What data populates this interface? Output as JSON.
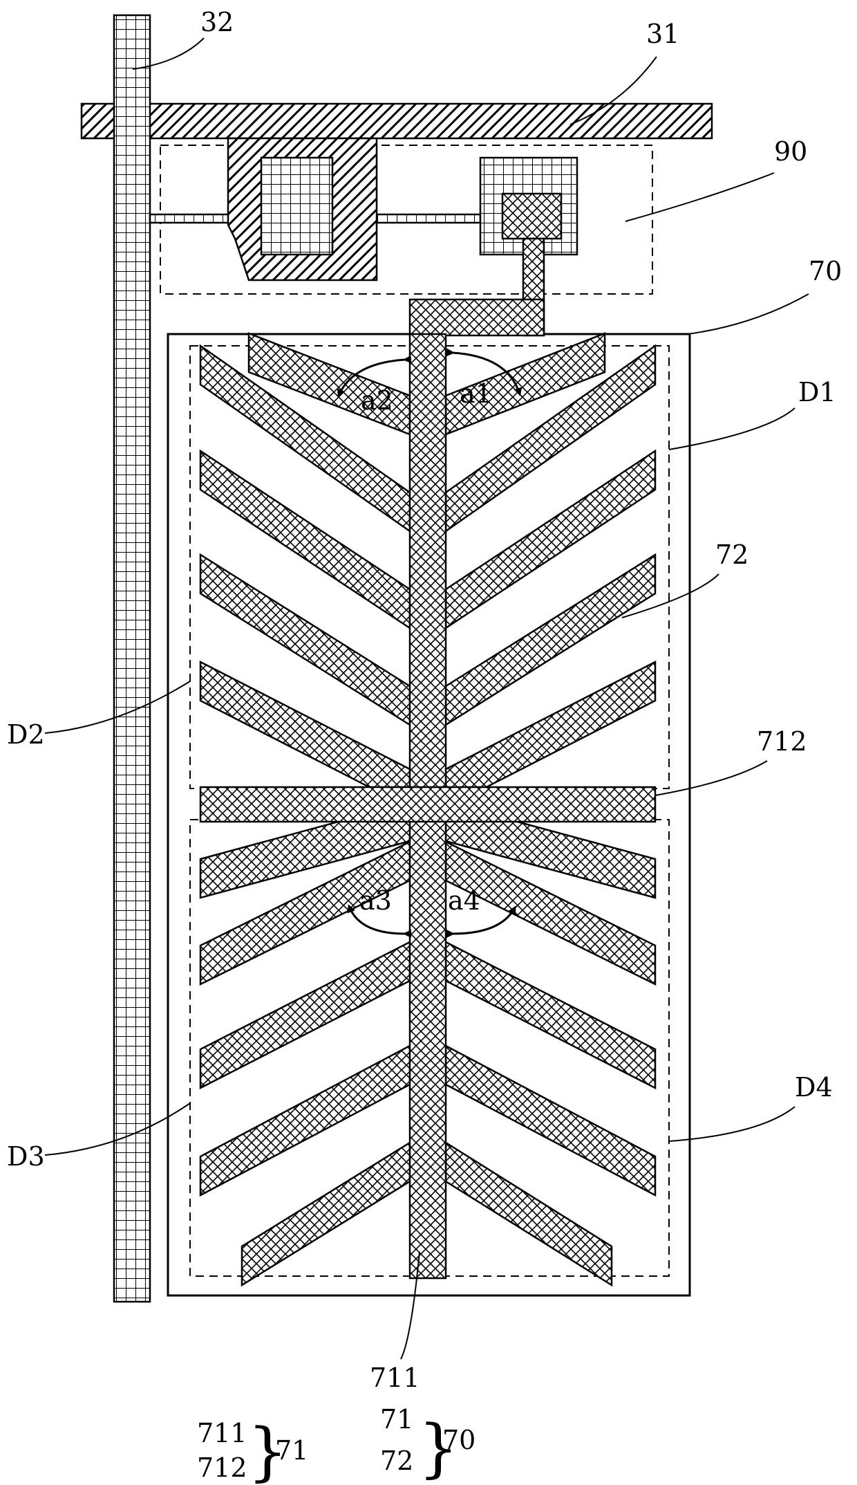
{
  "labels": {
    "gate_line": "31",
    "data_line": "32",
    "thin_film_transistor": "90",
    "pixel_electrode": "70",
    "domain_1": "D1",
    "domain_2": "D2",
    "domain_3": "D3",
    "domain_4": "D4",
    "branch_electrode": "72",
    "horizontal_trunk": "712",
    "vertical_trunk": "711",
    "angle_1": "a1",
    "angle_2": "a2",
    "angle_3": "a3",
    "angle_4": "a4"
  },
  "legend": {
    "group_71": {
      "members": [
        "711",
        "712"
      ],
      "total": "71"
    },
    "group_70": {
      "members": [
        "71",
        "72"
      ],
      "total": "70"
    }
  },
  "icons": {
    "angle_arrow": "curved-double-arrow-icon",
    "brace": "right-curly-brace-icon"
  },
  "colors": {
    "stroke": "#000000",
    "background": "#ffffff"
  }
}
